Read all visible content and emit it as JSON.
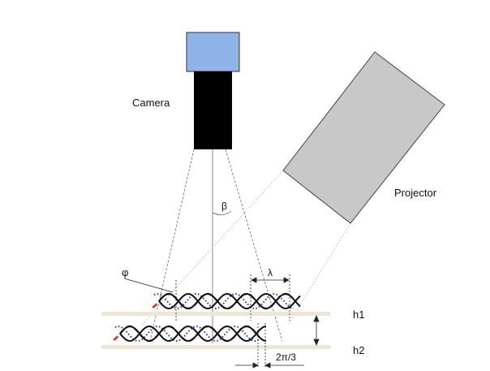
{
  "labels": {
    "camera": "Camera",
    "projector": "Projector",
    "beta": "β",
    "phi": "φ",
    "lambda": "λ",
    "h1": "h1",
    "h2": "h2",
    "shift": "2π/3"
  },
  "colors": {
    "camera_lens": "#8fb3e6",
    "camera_body": "#000000",
    "projector_body": "#c8c8c8",
    "surface": "#ece6d2",
    "wave_solid": "#111111",
    "wave_red": "#e02020",
    "wave_blue": "#2030d0"
  }
}
